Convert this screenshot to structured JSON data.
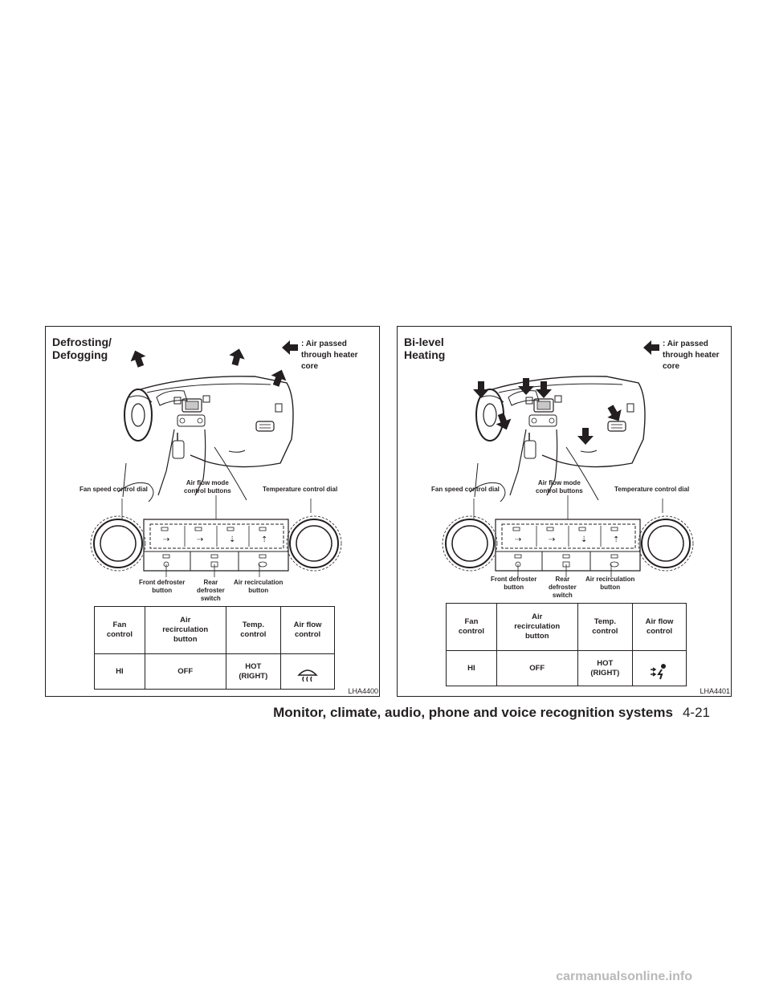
{
  "legend_text": ": Air passed\nthrough heater\ncore",
  "panels": [
    {
      "title": "Defrosting/\nDefogging",
      "labels": {
        "fan_speed_dial": "Fan speed control dial",
        "air_flow_mode": "Air flow mode\ncontrol buttons",
        "temperature_dial": "Temperature control dial",
        "front_defroster": "Front defroster\nbutton",
        "rear_defroster": "Rear\ndefroster\nswitch",
        "air_recirculation": "Air recirculation\nbutton"
      },
      "table": {
        "headers": [
          "Fan\ncontrol",
          "Air\nrecirculation\nbutton",
          "Temp.\ncontrol",
          "Air flow\ncontrol"
        ],
        "values": [
          "HI",
          "OFF",
          "HOT\n(RIGHT)"
        ],
        "air_flow_icon": "front-defroster-icon"
      },
      "figure_code": "LHA4400"
    },
    {
      "title": "Bi-level\nHeating",
      "labels": {
        "fan_speed_dial": "Fan speed control dial",
        "air_flow_mode": "Air flow mode\ncontrol buttons",
        "temperature_dial": "Temperature control dial",
        "front_defroster": "Front defroster\nbutton",
        "rear_defroster": "Rear\ndefroster\nswitch",
        "air_recirculation": "Air recirculation\nbutton"
      },
      "table": {
        "headers": [
          "Fan\ncontrol",
          "Air\nrecirculation\nbutton",
          "Temp.\ncontrol",
          "Air flow\ncontrol"
        ],
        "values": [
          "HI",
          "OFF",
          "HOT\n(RIGHT)"
        ],
        "air_flow_icon": "bi-level-vent-icon"
      },
      "figure_code": "LHA4401"
    }
  ],
  "footer": {
    "section": "Monitor, climate, audio, phone and voice recognition systems",
    "page": "4-21"
  },
  "watermark": "carmanualsonline.info"
}
